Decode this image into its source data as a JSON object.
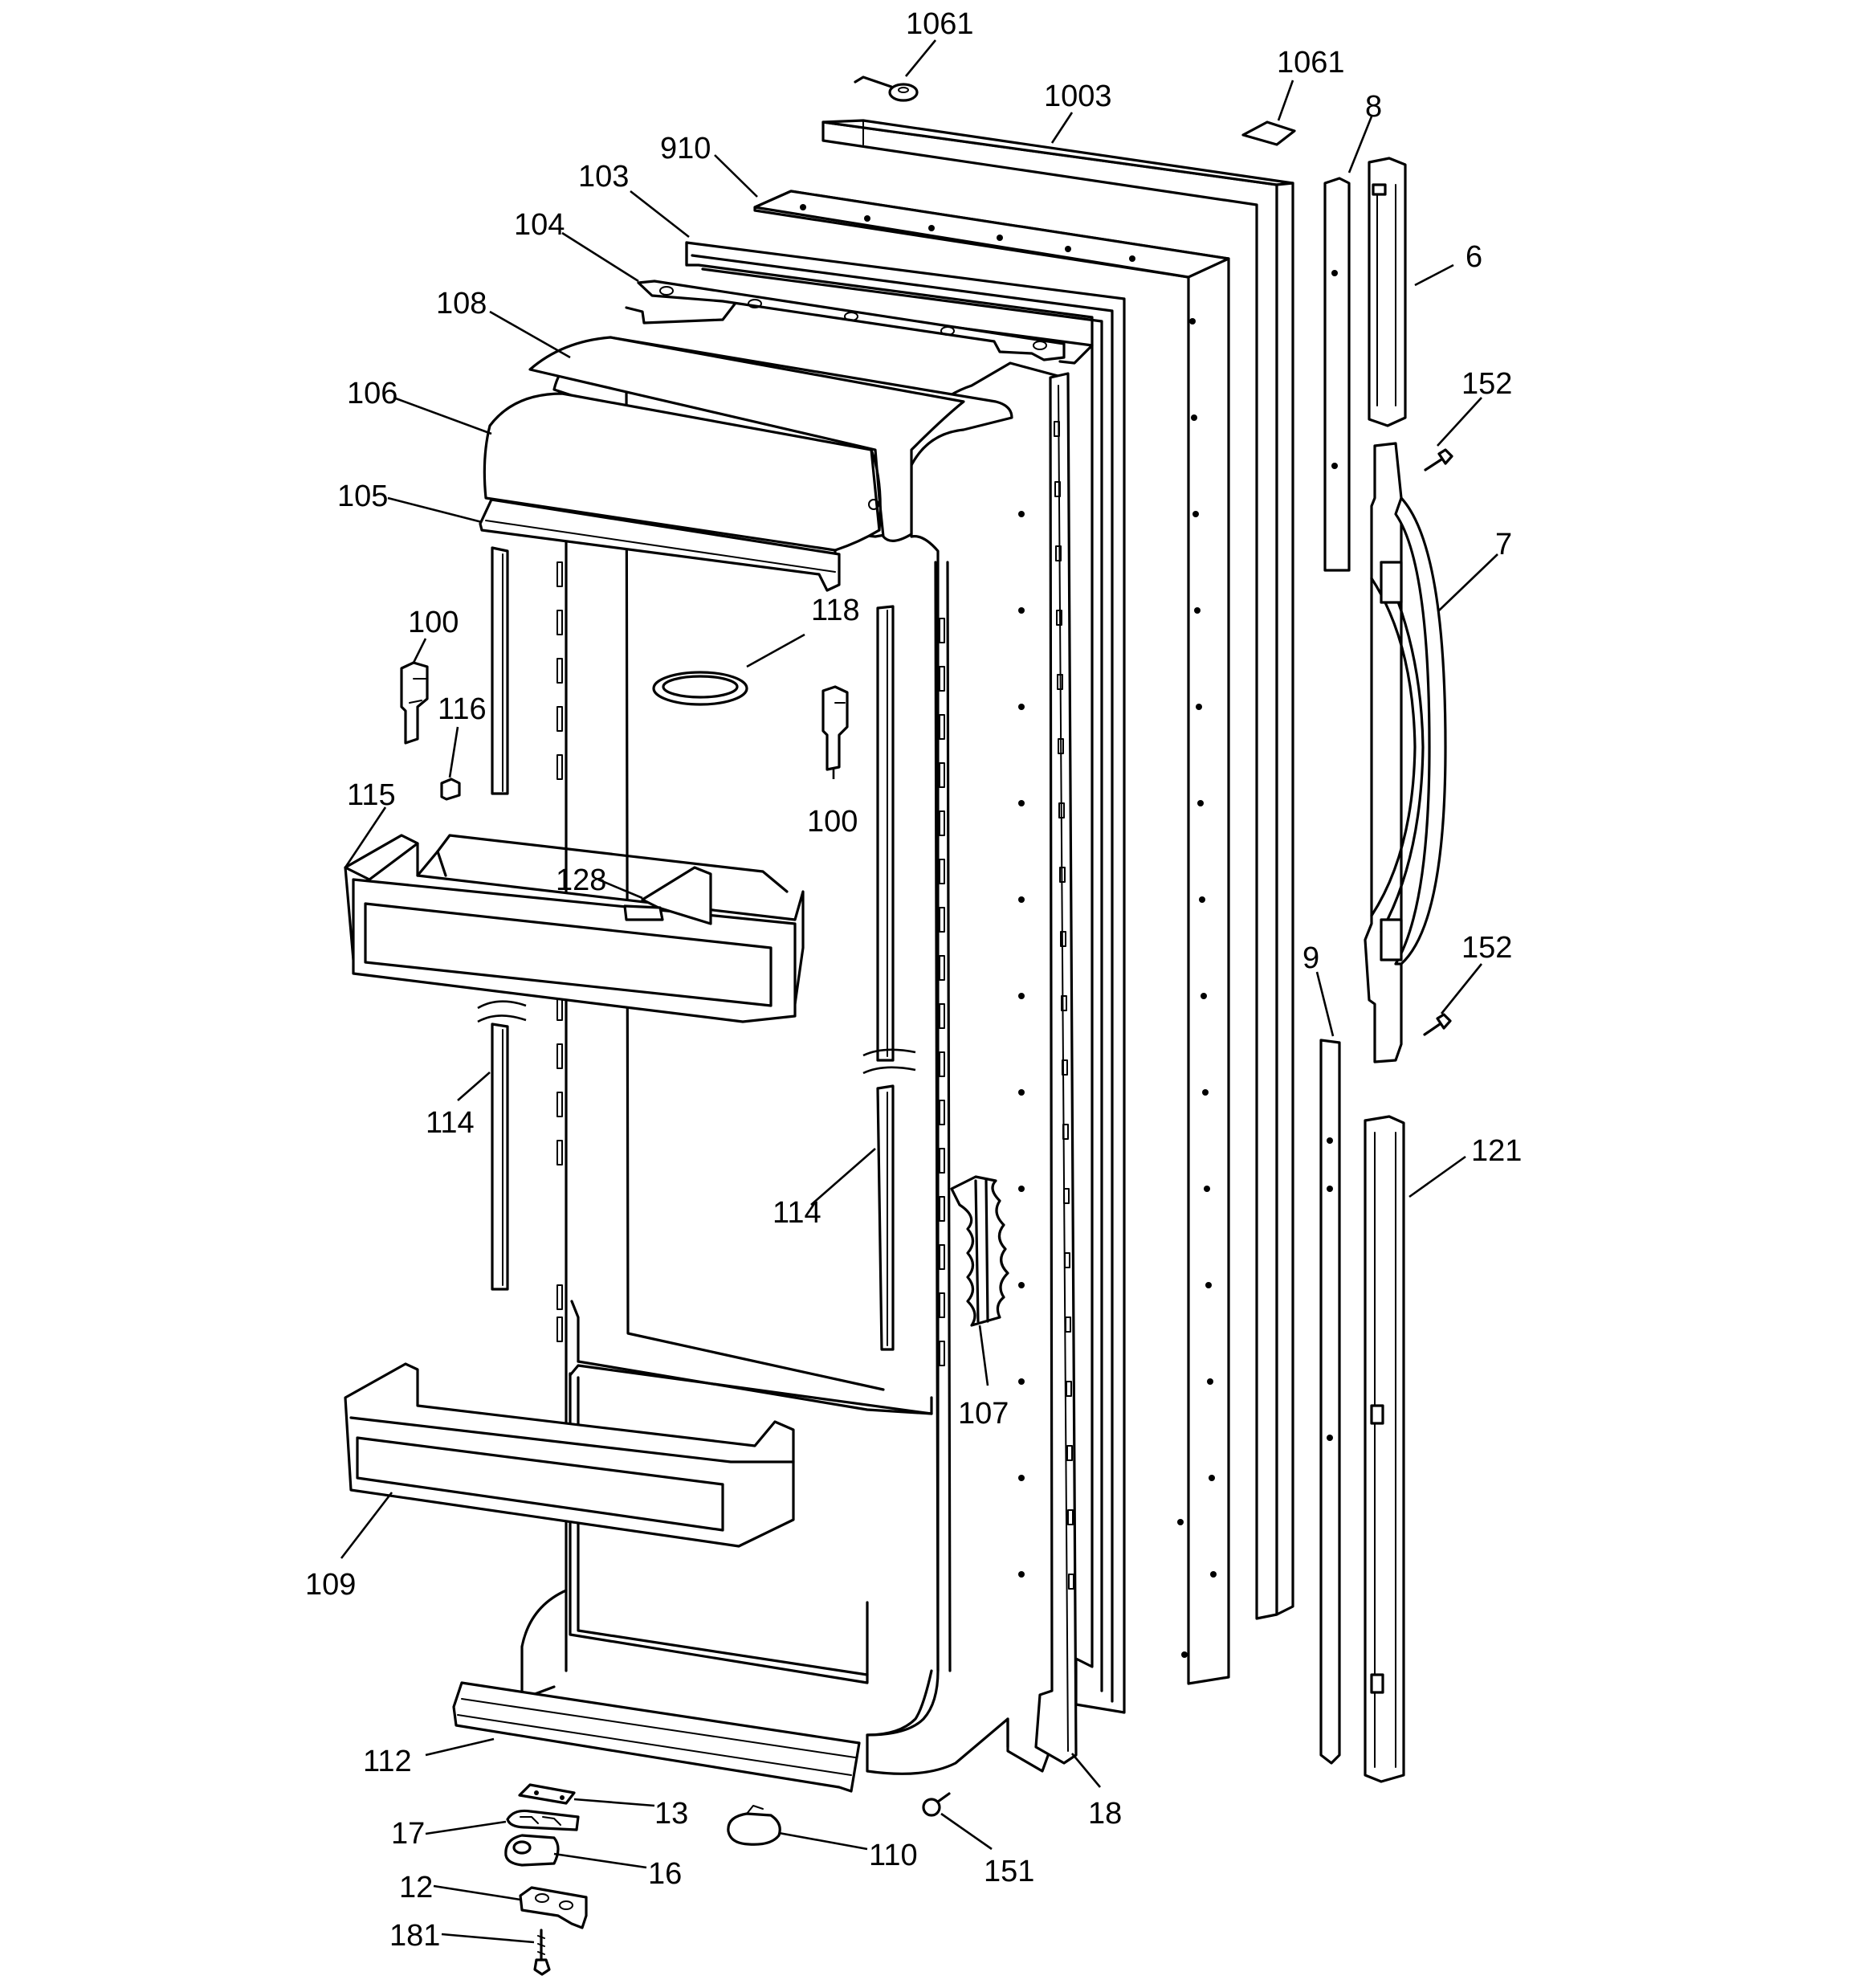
{
  "diagram": {
    "callouts": [
      {
        "id": "c1061a",
        "text": "1061"
      },
      {
        "id": "c1061b",
        "text": "1061"
      },
      {
        "id": "c1003",
        "text": "1003"
      },
      {
        "id": "c910",
        "text": "910"
      },
      {
        "id": "c103",
        "text": "103"
      },
      {
        "id": "c104",
        "text": "104"
      },
      {
        "id": "c108",
        "text": "108"
      },
      {
        "id": "c106",
        "text": "106"
      },
      {
        "id": "c105",
        "text": "105"
      },
      {
        "id": "c8",
        "text": "8"
      },
      {
        "id": "c6",
        "text": "6"
      },
      {
        "id": "c152a",
        "text": "152"
      },
      {
        "id": "c7",
        "text": "7"
      },
      {
        "id": "c152b",
        "text": "152"
      },
      {
        "id": "c9",
        "text": "9"
      },
      {
        "id": "c121",
        "text": "121"
      },
      {
        "id": "c100a",
        "text": "100"
      },
      {
        "id": "c116",
        "text": "116"
      },
      {
        "id": "c118",
        "text": "118"
      },
      {
        "id": "c100b",
        "text": "100"
      },
      {
        "id": "c115",
        "text": "115"
      },
      {
        "id": "c128",
        "text": "128"
      },
      {
        "id": "c114a",
        "text": "114"
      },
      {
        "id": "c114b",
        "text": "114"
      },
      {
        "id": "c107",
        "text": "107"
      },
      {
        "id": "c109",
        "text": "109"
      },
      {
        "id": "c112",
        "text": "112"
      },
      {
        "id": "c18",
        "text": "18"
      },
      {
        "id": "c13",
        "text": "13"
      },
      {
        "id": "c17",
        "text": "17"
      },
      {
        "id": "c16",
        "text": "16"
      },
      {
        "id": "c110",
        "text": "110"
      },
      {
        "id": "c151",
        "text": "151"
      },
      {
        "id": "c12",
        "text": "12"
      },
      {
        "id": "c181",
        "text": "181"
      }
    ]
  }
}
